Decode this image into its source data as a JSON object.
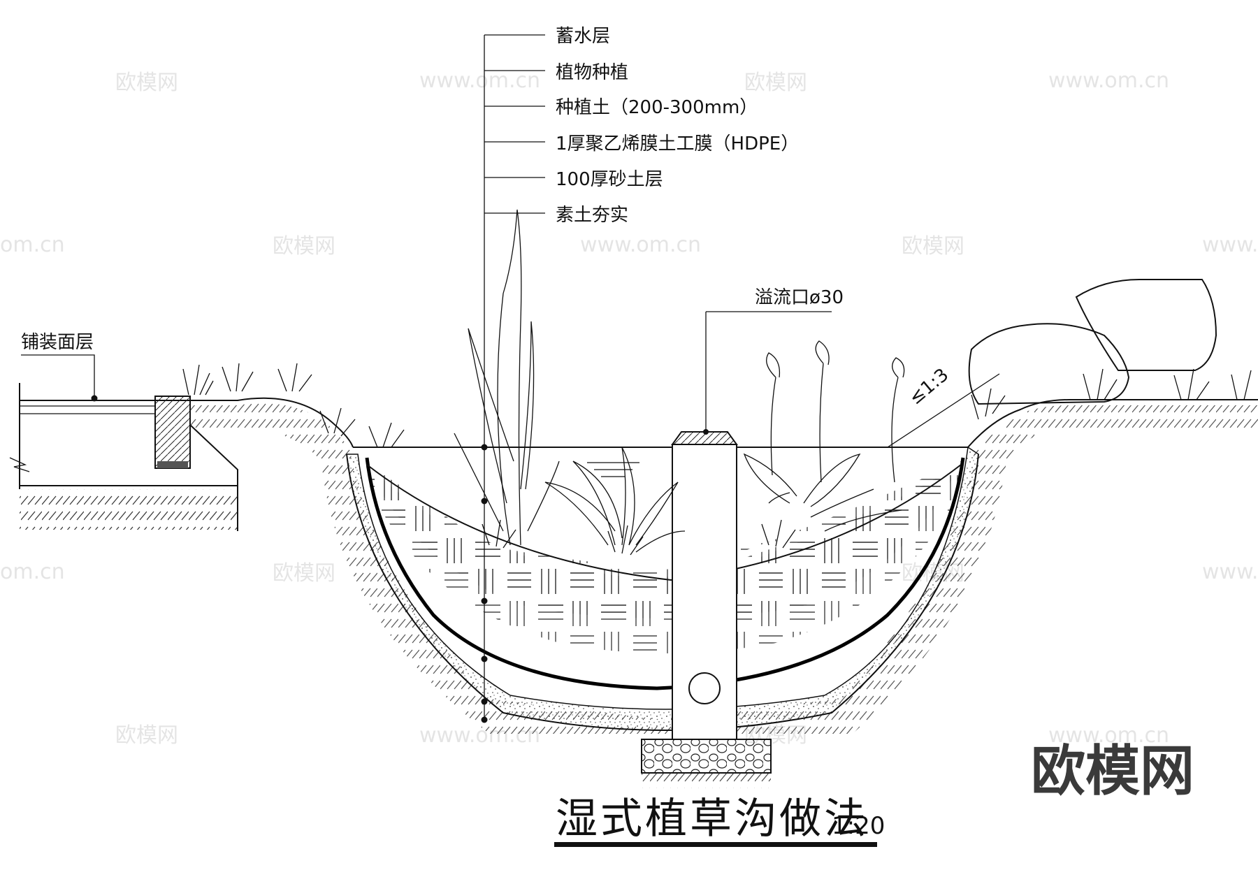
{
  "layer_labels": [
    "蓄水层",
    "植物种植",
    "种植土（200-300mm）",
    "1厚聚乙烯膜土工膜（HDPE）",
    "100厚砂土层",
    "素土夯实"
  ],
  "pavement_label": "铺装面层",
  "overflow_label": "溢流口ø30",
  "slope_label": "≤1:3",
  "title": "湿式植草沟做法",
  "scale": "1:20",
  "watermark": {
    "brand": "欧模网",
    "url": "www.om.cn",
    "domain_frag": "om.cn"
  }
}
